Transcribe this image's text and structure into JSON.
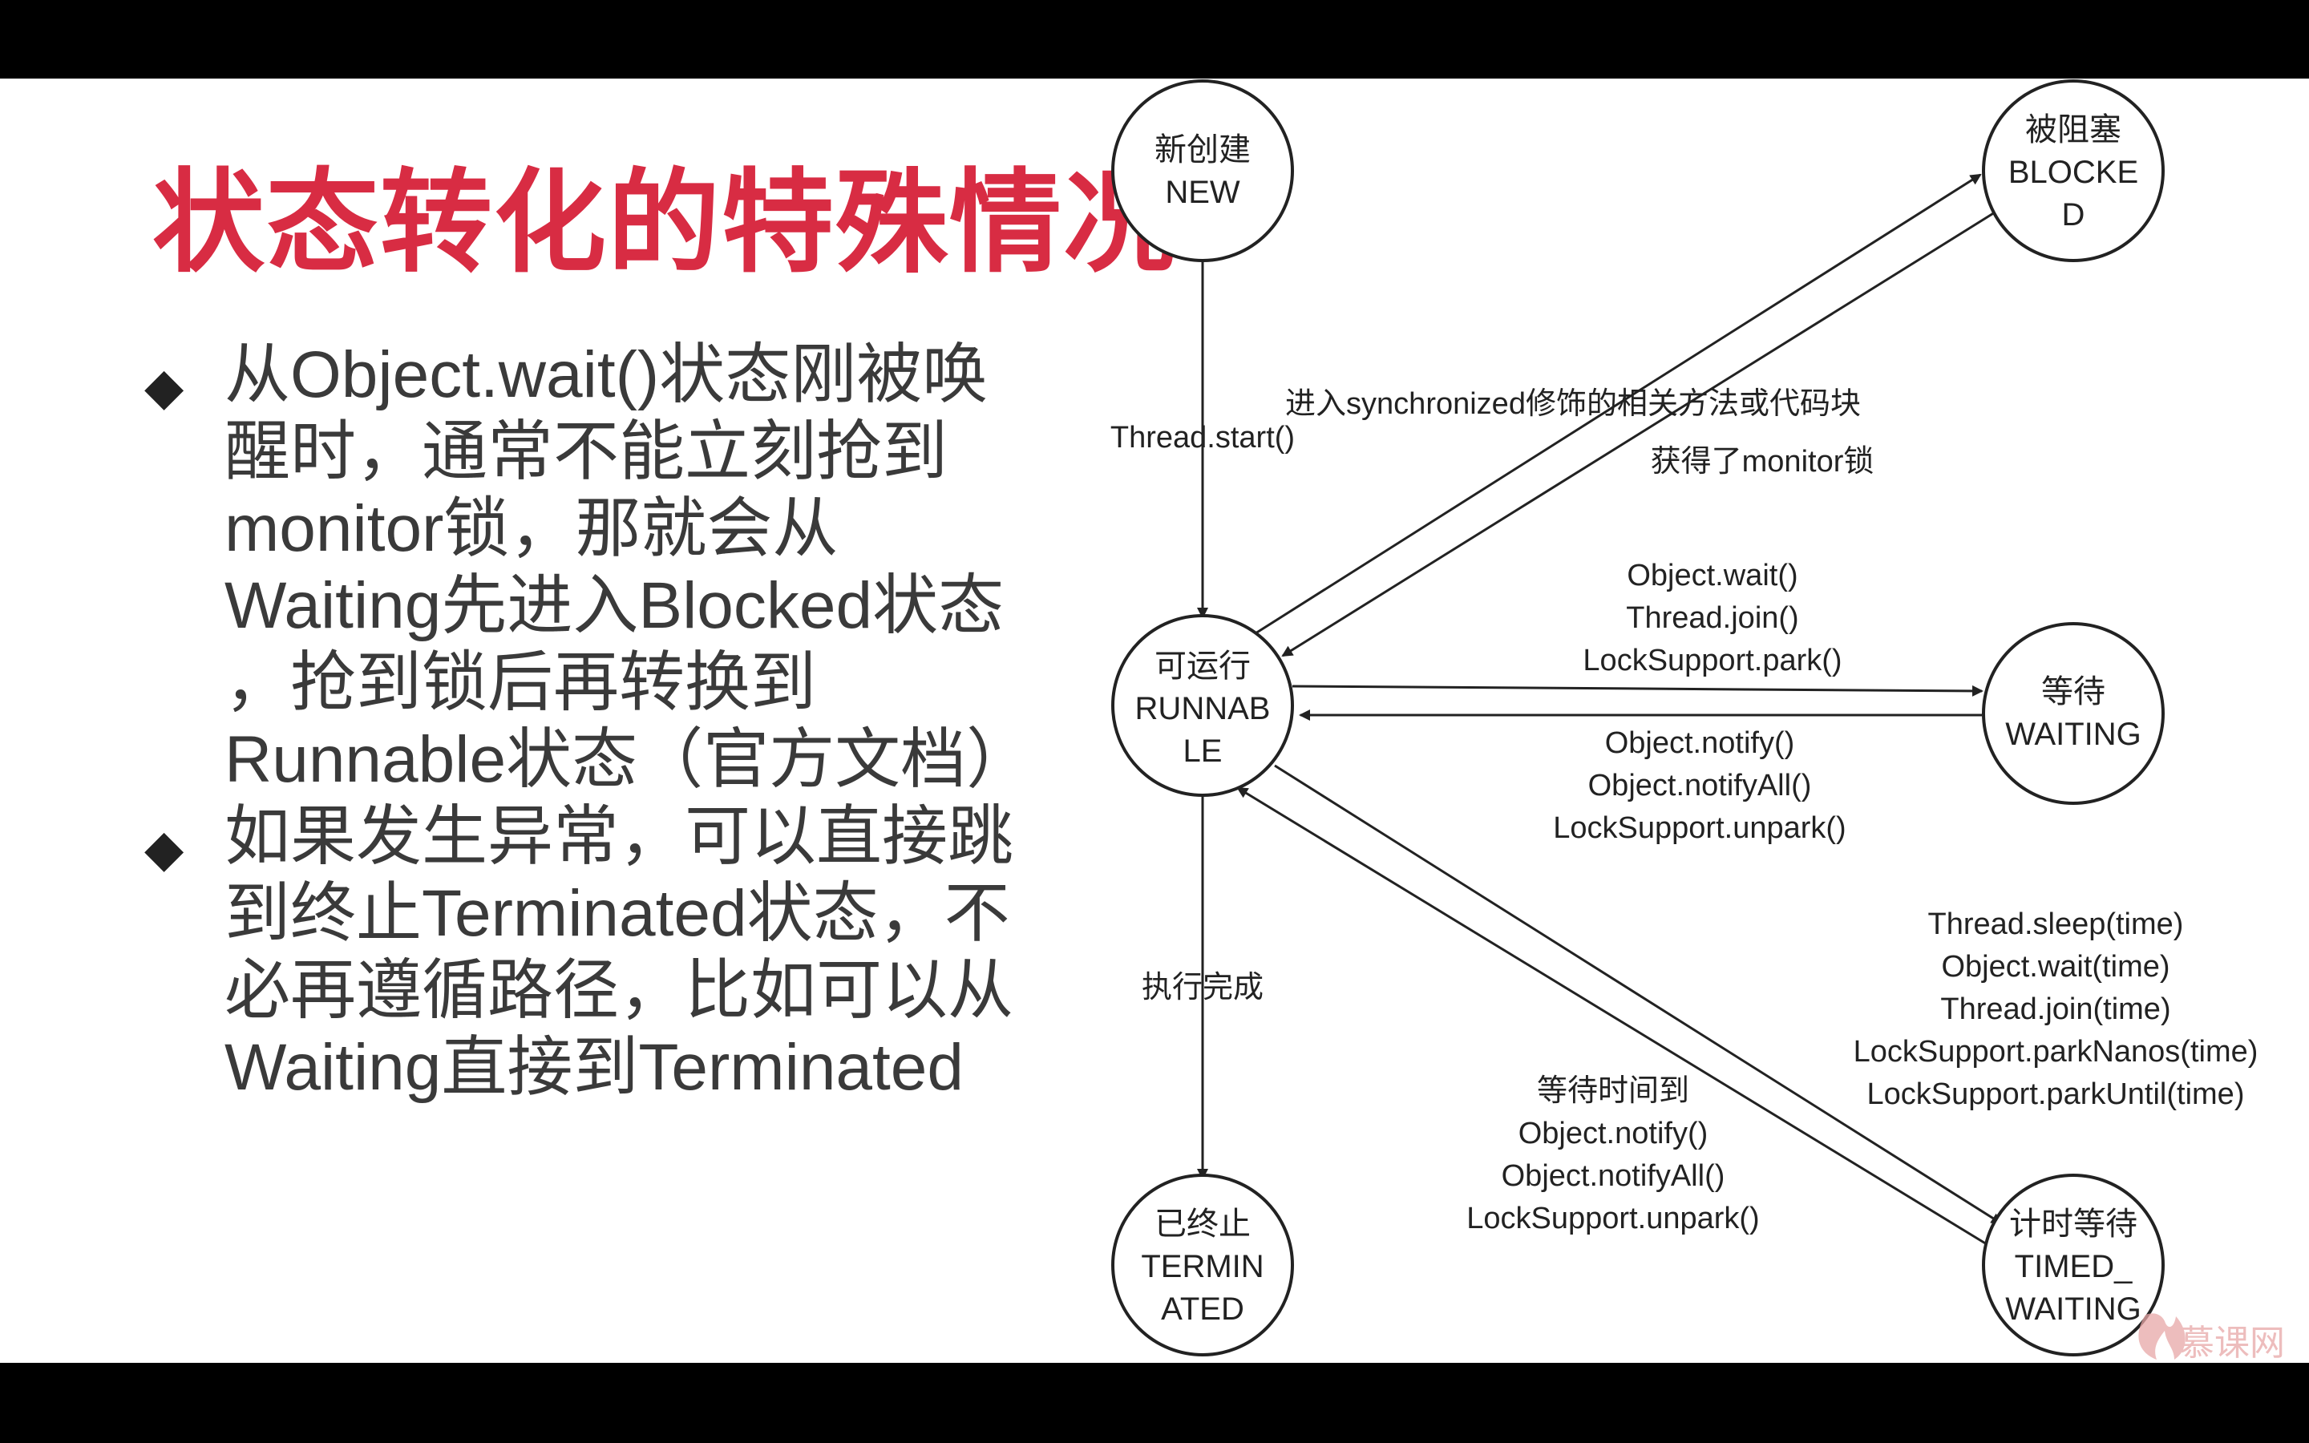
{
  "title": "状态转化的特殊情况",
  "bullets": [
    "从Object.wait()状态刚被唤醒时，通常不能立刻抢到monitor锁，那就会从Waiting先进入Blocked状态，抢到锁后再转换到Runnable状态（官方文档）",
    "如果发生异常，可以直接跳到终止Terminated状态，不必再遵循路径，比如可以从Waiting直接到Terminated"
  ],
  "bullet_lines": [
    [
      "从Object.wait()状态刚被唤",
      "醒时，通常不能立刻抢到",
      "monitor锁，那就会从",
      "Waiting先进入Blocked状态",
      "，抢到锁后再转换到",
      "Runnable状态（官方文档）"
    ],
    [
      "如果发生异常，可以直接跳",
      "到终止Terminated状态，不",
      "必再遵循路径，比如可以从",
      "Waiting直接到Terminated"
    ]
  ],
  "states": {
    "new": [
      "新创建",
      "NEW"
    ],
    "blocked": [
      "被阻塞",
      "BLOCKE",
      "D"
    ],
    "runnable": [
      "可运行",
      "RUNNAB",
      "LE"
    ],
    "waiting": [
      "等待",
      "WAITING"
    ],
    "terminated": [
      "已终止",
      "TERMIN",
      "ATED"
    ],
    "timed_waiting": [
      "计时等待",
      "TIMED_",
      "WAITING"
    ]
  },
  "transitions": {
    "new_to_runnable": "Thread.start()",
    "runnable_to_blocked": "进入synchronized修饰的相关方法或代码块",
    "blocked_to_runnable": "获得了monitor锁",
    "runnable_to_waiting": [
      "Object.wait()",
      "Thread.join()",
      "LockSupport.park()"
    ],
    "waiting_to_runnable": [
      "Object.notify()",
      "Object.notifyAll()",
      "LockSupport.unpark()"
    ],
    "runnable_to_terminated": "执行完成",
    "runnable_to_timed_waiting": [
      "Thread.sleep(time)",
      "Object.wait(time)",
      "Thread.join(time)",
      "LockSupport.parkNanos(time)",
      "LockSupport.parkUntil(time)"
    ],
    "timed_waiting_to_runnable": [
      "等待时间到",
      "Object.notify()",
      "Object.notifyAll()",
      "LockSupport.unpark()"
    ]
  },
  "watermark": "慕课网",
  "colors": {
    "title": "#d82c43",
    "background": "#ffffff",
    "letterbox": "#000000",
    "watermark": "#e8a7a7"
  }
}
